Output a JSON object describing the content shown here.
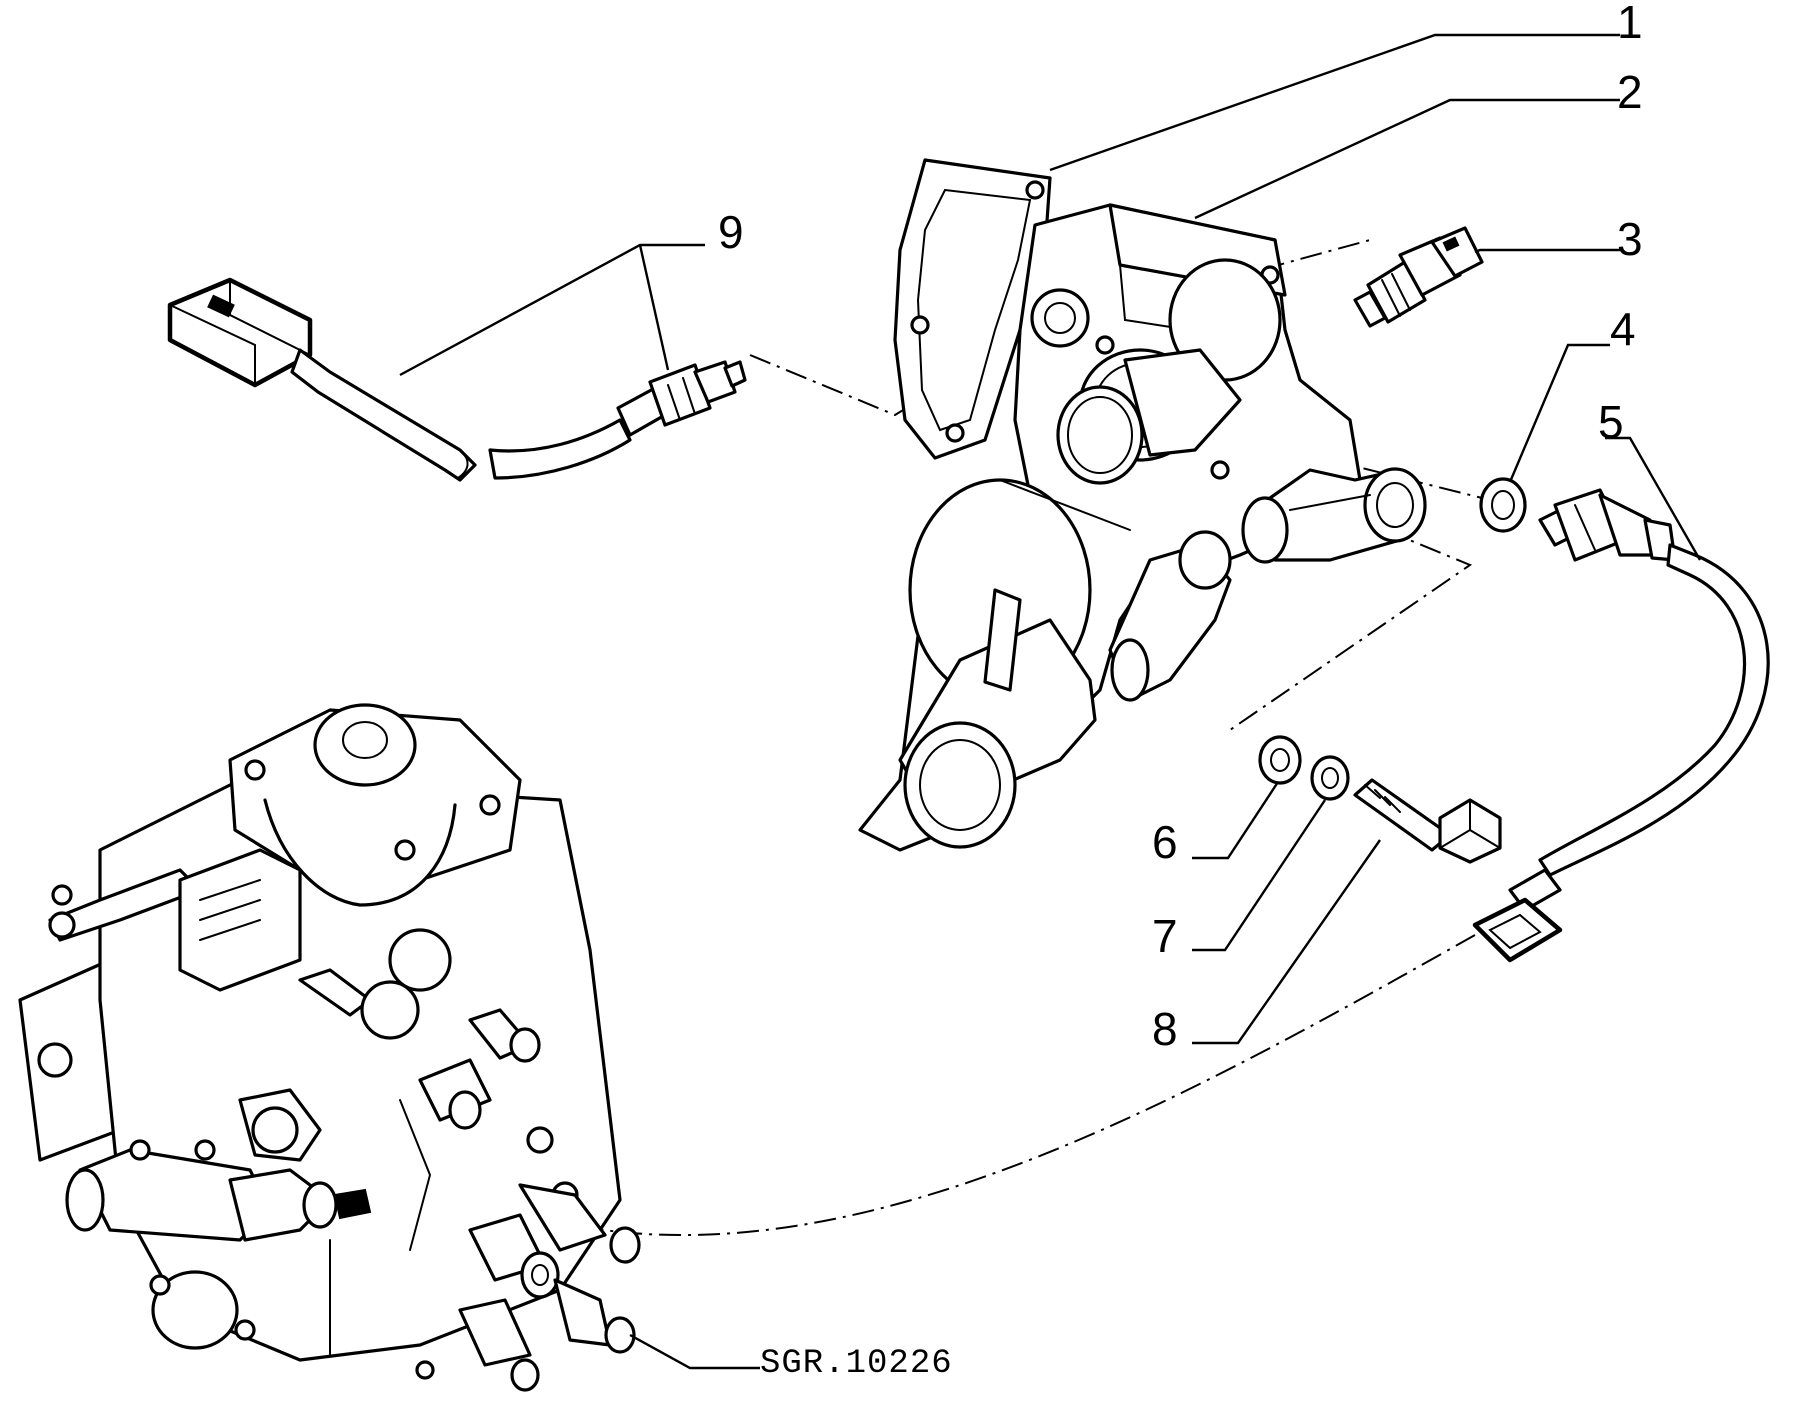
{
  "diagram": {
    "callouts": [
      {
        "id": "1",
        "text": "1"
      },
      {
        "id": "2",
        "text": "2"
      },
      {
        "id": "3",
        "text": "3"
      },
      {
        "id": "4",
        "text": "4"
      },
      {
        "id": "5",
        "text": "5"
      },
      {
        "id": "6",
        "text": "6"
      },
      {
        "id": "7",
        "text": "7"
      },
      {
        "id": "8",
        "text": "8"
      },
      {
        "id": "9",
        "text": "9"
      }
    ],
    "reference_code": "SGR.10226",
    "line_color": "#000000",
    "background": "#ffffff"
  }
}
